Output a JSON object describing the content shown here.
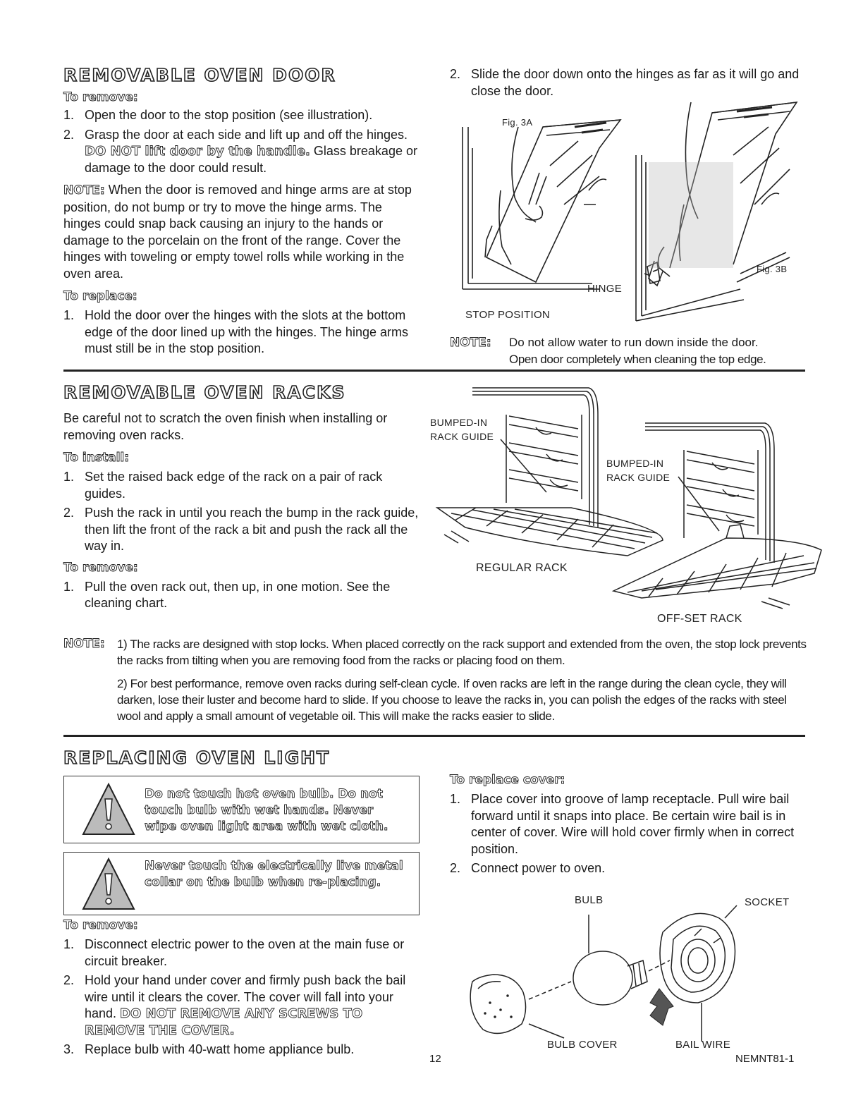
{
  "door": {
    "heading": "REMOVABLE OVEN DOOR",
    "remove_title": "To remove:",
    "remove_steps": [
      {
        "n": "1.",
        "text": "Open the door to the stop position (see illustration)."
      },
      {
        "n": "2.",
        "text_a": "Grasp the door at each side and lift up and off the hinges. ",
        "text_b": "DO NOT lift door by the handle.",
        "text_c": " Glass breakage or damage to the door could result."
      }
    ],
    "note_label": "NOTE:",
    "note_text": " When the door is removed and hinge arms are at stop position, do not bump or try to move the hinge arms. The hinges could snap back causing an injury to the hands or damage to the porcelain on the front of the range. Cover the hinges with toweling or empty towel rolls while working in the oven area.",
    "replace_title": "To replace:",
    "replace_step1": {
      "n": "1.",
      "text": "Hold the door over the hinges with the slots at the bottom edge of the door lined up with the hinges. The hinge arms must still be in the stop position."
    },
    "replace_step2": {
      "n": "2.",
      "text": "Slide the door down onto the hinges as far as it will go and close the door."
    },
    "fig3a": "Fig. 3A",
    "fig3b": "Fig. 3B",
    "hinge": "HINGE",
    "stop_position": "STOP POSITION",
    "note2_label": "NOTE:",
    "note2_line1": "Do not allow water to run down inside the door.",
    "note2_line2": "Open door completely when cleaning the top edge."
  },
  "racks": {
    "heading": "REMOVABLE OVEN RACKS",
    "intro": "Be careful not to scratch the oven finish when installing or removing oven racks.",
    "install_title": "To install:",
    "install_steps": [
      {
        "n": "1.",
        "text": "Set the raised back edge of the rack on a pair of rack guides."
      },
      {
        "n": "2.",
        "text": "Push the rack in until you reach the bump in the rack guide, then lift the front of the rack a bit and push the rack all the way in."
      }
    ],
    "remove_title": "To remove:",
    "remove_steps": [
      {
        "n": "1.",
        "text": "Pull the oven rack out, then up, in one motion. See the cleaning chart."
      }
    ],
    "bumped_in_1": "BUMPED-IN",
    "rack_guide_1": "RACK GUIDE",
    "bumped_in_2": "BUMPED-IN",
    "rack_guide_2": "RACK GUIDE",
    "regular_rack": "REGULAR RACK",
    "offset_rack": "OFF-SET RACK",
    "note_label": "NOTE:",
    "note1": "1) The racks are designed with stop locks. When placed correctly on the rack support and extended from the oven, the stop lock prevents the racks from tilting when you are removing food from the racks or placing food on them.",
    "note2": "2) For best performance, remove oven racks during self-clean cycle. If oven racks are left in the range during the clean cycle, they will darken, lose their luster and become hard to slide. If you choose to leave the racks in, you can polish the edges of the racks with steel wool and apply a small amount of vegetable oil. This will make the racks easier to slide."
  },
  "light": {
    "heading": "REPLACING OVEN LIGHT",
    "warning1": "Do not touch hot oven bulb. Do not touch bulb with wet hands. Never wipe oven light area with wet cloth.",
    "warning2": "Never touch the electrically live metal collar on the bulb when re-placing.",
    "remove_title": "To remove:",
    "remove_step1": {
      "n": "1.",
      "text": "Disconnect electric power to the oven at the main fuse or circuit breaker."
    },
    "remove_step2": {
      "n": "2.",
      "text_a": "Hold your hand under cover and firmly push back the bail wire until it clears the cover. The cover will fall into your hand. ",
      "text_b": "DO NOT REMOVE ANY SCREWS TO REMOVE THE COVER."
    },
    "remove_step3": {
      "n": "3.",
      "text": "Replace bulb with 40-watt home appliance bulb."
    },
    "replace_title": "To replace cover:",
    "replace_steps": [
      {
        "n": "1.",
        "text": "Place cover into groove of lamp receptacle. Pull wire bail forward until it snaps into place. Be certain wire bail is in center of cover. Wire will hold cover firmly when in correct position."
      },
      {
        "n": "2.",
        "text": "Connect power to oven."
      }
    ],
    "bulb": "BULB",
    "socket": "SOCKET",
    "bulb_cover": "BULB COVER",
    "bail_wire": "BAIL WIRE"
  },
  "footer": {
    "page_number": "12",
    "doc_code": "NEMNT81-1"
  }
}
